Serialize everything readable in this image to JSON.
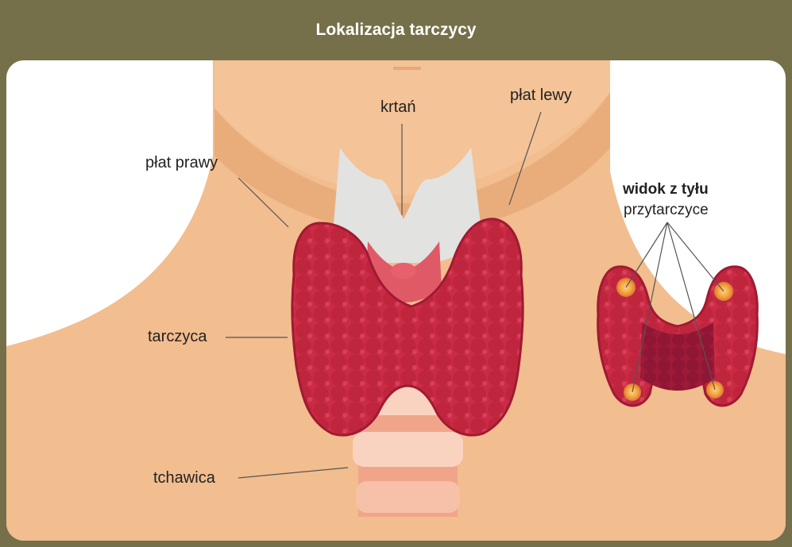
{
  "title": "Lokalizacja tarczycy",
  "labels": {
    "larynx": "krtań",
    "left_lobe": "płat lewy",
    "right_lobe": "płat prawy",
    "thyroid": "tarczyca",
    "trachea": "tchawica",
    "back_view": "widok z tyłu",
    "parathyroids": "przytarczyce"
  },
  "colors": {
    "header": "#757049",
    "skin": "#f2bd8f",
    "skin_shadow": "#e6a978",
    "thyroid": "#b71f36",
    "cartilage": "#e3e3e3",
    "parathyroid": "#f4a53a"
  }
}
